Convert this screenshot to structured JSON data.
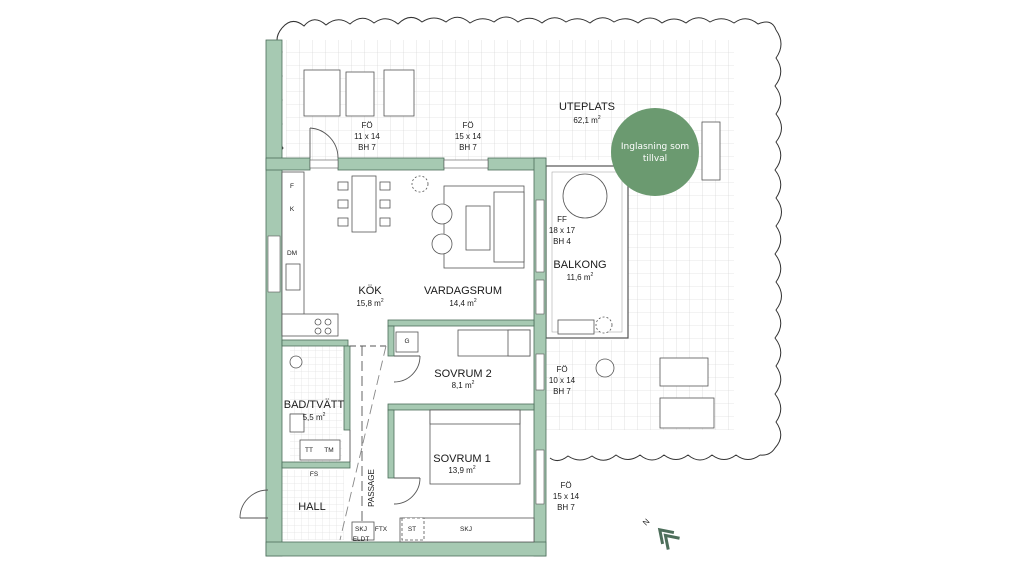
{
  "area_unit": "m",
  "area_exp": "2",
  "rooms": {
    "uteplats": {
      "name": "UTEPLATS",
      "area": "62,1"
    },
    "kok": {
      "name": "KÖK",
      "area": "15,8"
    },
    "vardagsrum": {
      "name": "VARDAGSRUM",
      "area": "14,4"
    },
    "balkong": {
      "name": "BALKONG",
      "area": "11,6"
    },
    "sovrum2": {
      "name": "SOVRUM 2",
      "area": "8,1"
    },
    "badtvatt": {
      "name": "BAD/TVÄTT",
      "area": "5,5"
    },
    "sovrum1": {
      "name": "SOVRUM 1",
      "area": "13,9"
    },
    "hall": {
      "name": "HALL"
    },
    "passage": {
      "name": "PASSAGE"
    }
  },
  "windows": [
    {
      "type": "FÖ",
      "size": "11 x 14",
      "bh": "BH 7"
    },
    {
      "type": "FÖ",
      "size": "15 x 14",
      "bh": "BH 7"
    },
    {
      "type": "FF",
      "size": "18 x 17",
      "bh": "BH 4"
    },
    {
      "type": "FÖ",
      "size": "10 x 14",
      "bh": "BH 7"
    },
    {
      "type": "FÖ",
      "size": "15 x 14",
      "bh": "BH 7"
    }
  ],
  "badge": {
    "line1": "Inglasning som",
    "line2": "tillval",
    "color": "#6b9a70"
  },
  "fixtures": {
    "f": "F",
    "k": "K",
    "dm": "DM",
    "g": "G",
    "tt": "TT",
    "tm": "TM",
    "fs": "FS",
    "skj1": "SKJ",
    "ftx": "FTX",
    "eldt": "ELDT",
    "st": "ST",
    "skj2": "SKJ"
  },
  "north": "N",
  "colors": {
    "wall": "#a6c9b2",
    "wall_stroke": "#4d6e5a",
    "badge": "#6b9a70",
    "north_arrow": "#4d6e5a"
  }
}
